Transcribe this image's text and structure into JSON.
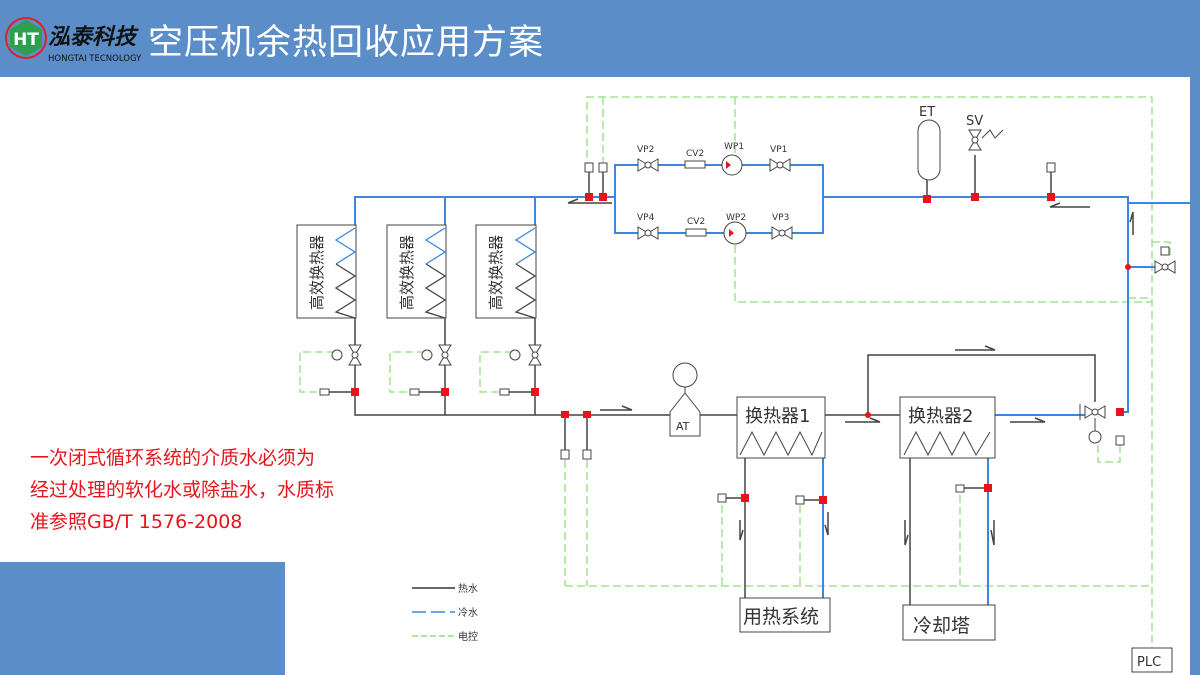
{
  "header": {
    "logo_text_cn": "泓泰科技",
    "logo_text_en": "HONGTAI TECNOLOGY",
    "logo_mark": "HT",
    "title": "空压机余热回收应用方案"
  },
  "note": {
    "lines": [
      "一次闭式循环系统的介质水必须为",
      "经过处理的软化水或除盐水，水质标",
      "准参照GB/T 1576-2008"
    ]
  },
  "diagram": {
    "heat_exchangers": [
      "高效换热器",
      "高效换热器",
      "高效换热器"
    ],
    "upper_branch": {
      "vp_in": "VP2",
      "check_valve": "CV2",
      "pump": "WP1",
      "vp_out": "VP1"
    },
    "lower_branch": {
      "vp_in": "VP4",
      "check_valve": "CV2",
      "pump": "WP2",
      "vp_out": "VP3"
    },
    "expansion_tank": "ET",
    "safety_valve": "SV",
    "air_tank": "AT",
    "hx1": "换热器1",
    "hx2": "换热器2",
    "heat_user": "用热系统",
    "cooling_tower": "冷却塔",
    "plc": "PLC",
    "legend": [
      {
        "label": "热水",
        "color": "#333333"
      },
      {
        "label": "冷水",
        "color": "#3b86e0"
      },
      {
        "label": "电控",
        "color": "#8fe07a"
      }
    ]
  },
  "colors": {
    "header": "#5b8ec9",
    "note": "#e8141b",
    "sensor_point": "#e8141b"
  }
}
